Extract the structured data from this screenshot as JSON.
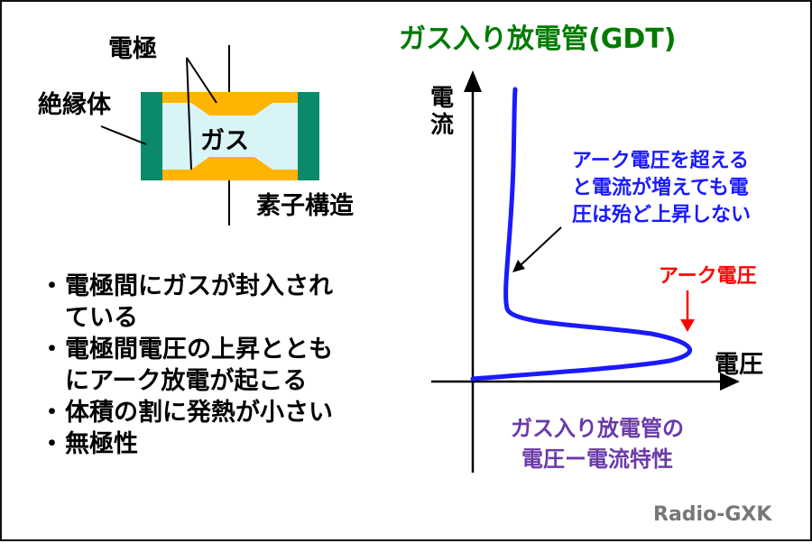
{
  "title": "ガス入り放電管(GDT)",
  "structure": {
    "label_electrode": "電極",
    "label_insulator": "絶縁体",
    "label_gas": "ガス",
    "label_structure": "素子構造"
  },
  "bullets": [
    {
      "mark": "・",
      "line1": "電極間にガスが封入され",
      "line2": "ている"
    },
    {
      "mark": "・",
      "line1": "電極間電圧の上昇とともに",
      "line1a": "電極間電圧の上昇ととも",
      "line2": "にアーク放電が起こる"
    },
    {
      "mark": "・",
      "line1": "体積の割に発熱が小さい",
      "line2": ""
    },
    {
      "mark": "・",
      "line1": "無極性",
      "line2": ""
    }
  ],
  "graph": {
    "y_label": "電流",
    "x_label": "電圧",
    "annotation_lines": [
      "アーク電圧を超える",
      "と電流が増えても電",
      "圧は殆ど上昇しない"
    ],
    "arc_voltage_label": "アーク電圧",
    "caption_lines": [
      "ガス入り放電管の",
      "電圧ー電流特性"
    ]
  },
  "credit": "Radio-GXK",
  "colors": {
    "title": "#007a00",
    "curve": "#1a1aff",
    "annotation": "#1a1aff",
    "arc_voltage": "#ff0000",
    "caption": "#6a3aa8",
    "credit": "#777777",
    "insulator": "#0a8a6a",
    "electrode": "#ffb400",
    "gas": "#d9f4f7"
  }
}
